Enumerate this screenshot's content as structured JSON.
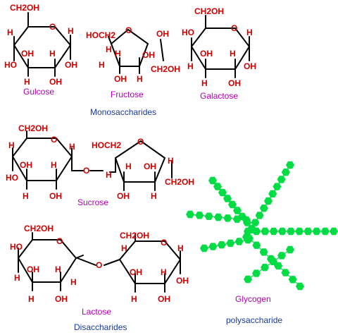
{
  "labels": {
    "glucose_name": "Gulcose",
    "fructose_name": "Fructose",
    "galactose_name": "Galactose",
    "monosaccharides": "Monosaccharides",
    "sucrose_name": "Sucrose",
    "lactose_name": "Lactose",
    "disaccharides": "Disaccharides",
    "glycogen_name": "Glycogen",
    "polysaccharide": "polysaccharide"
  },
  "atoms": {
    "ch2oh": "CH2OH",
    "hoch2": "HOCH2",
    "oh": "OH",
    "ho": "HO",
    "o": "O",
    "h": "H",
    "sub2": "2"
  },
  "colors": {
    "atom": "#d00000",
    "name": "#b000b0",
    "category": "#1a3aa0",
    "glycogen": "#00dd44"
  }
}
